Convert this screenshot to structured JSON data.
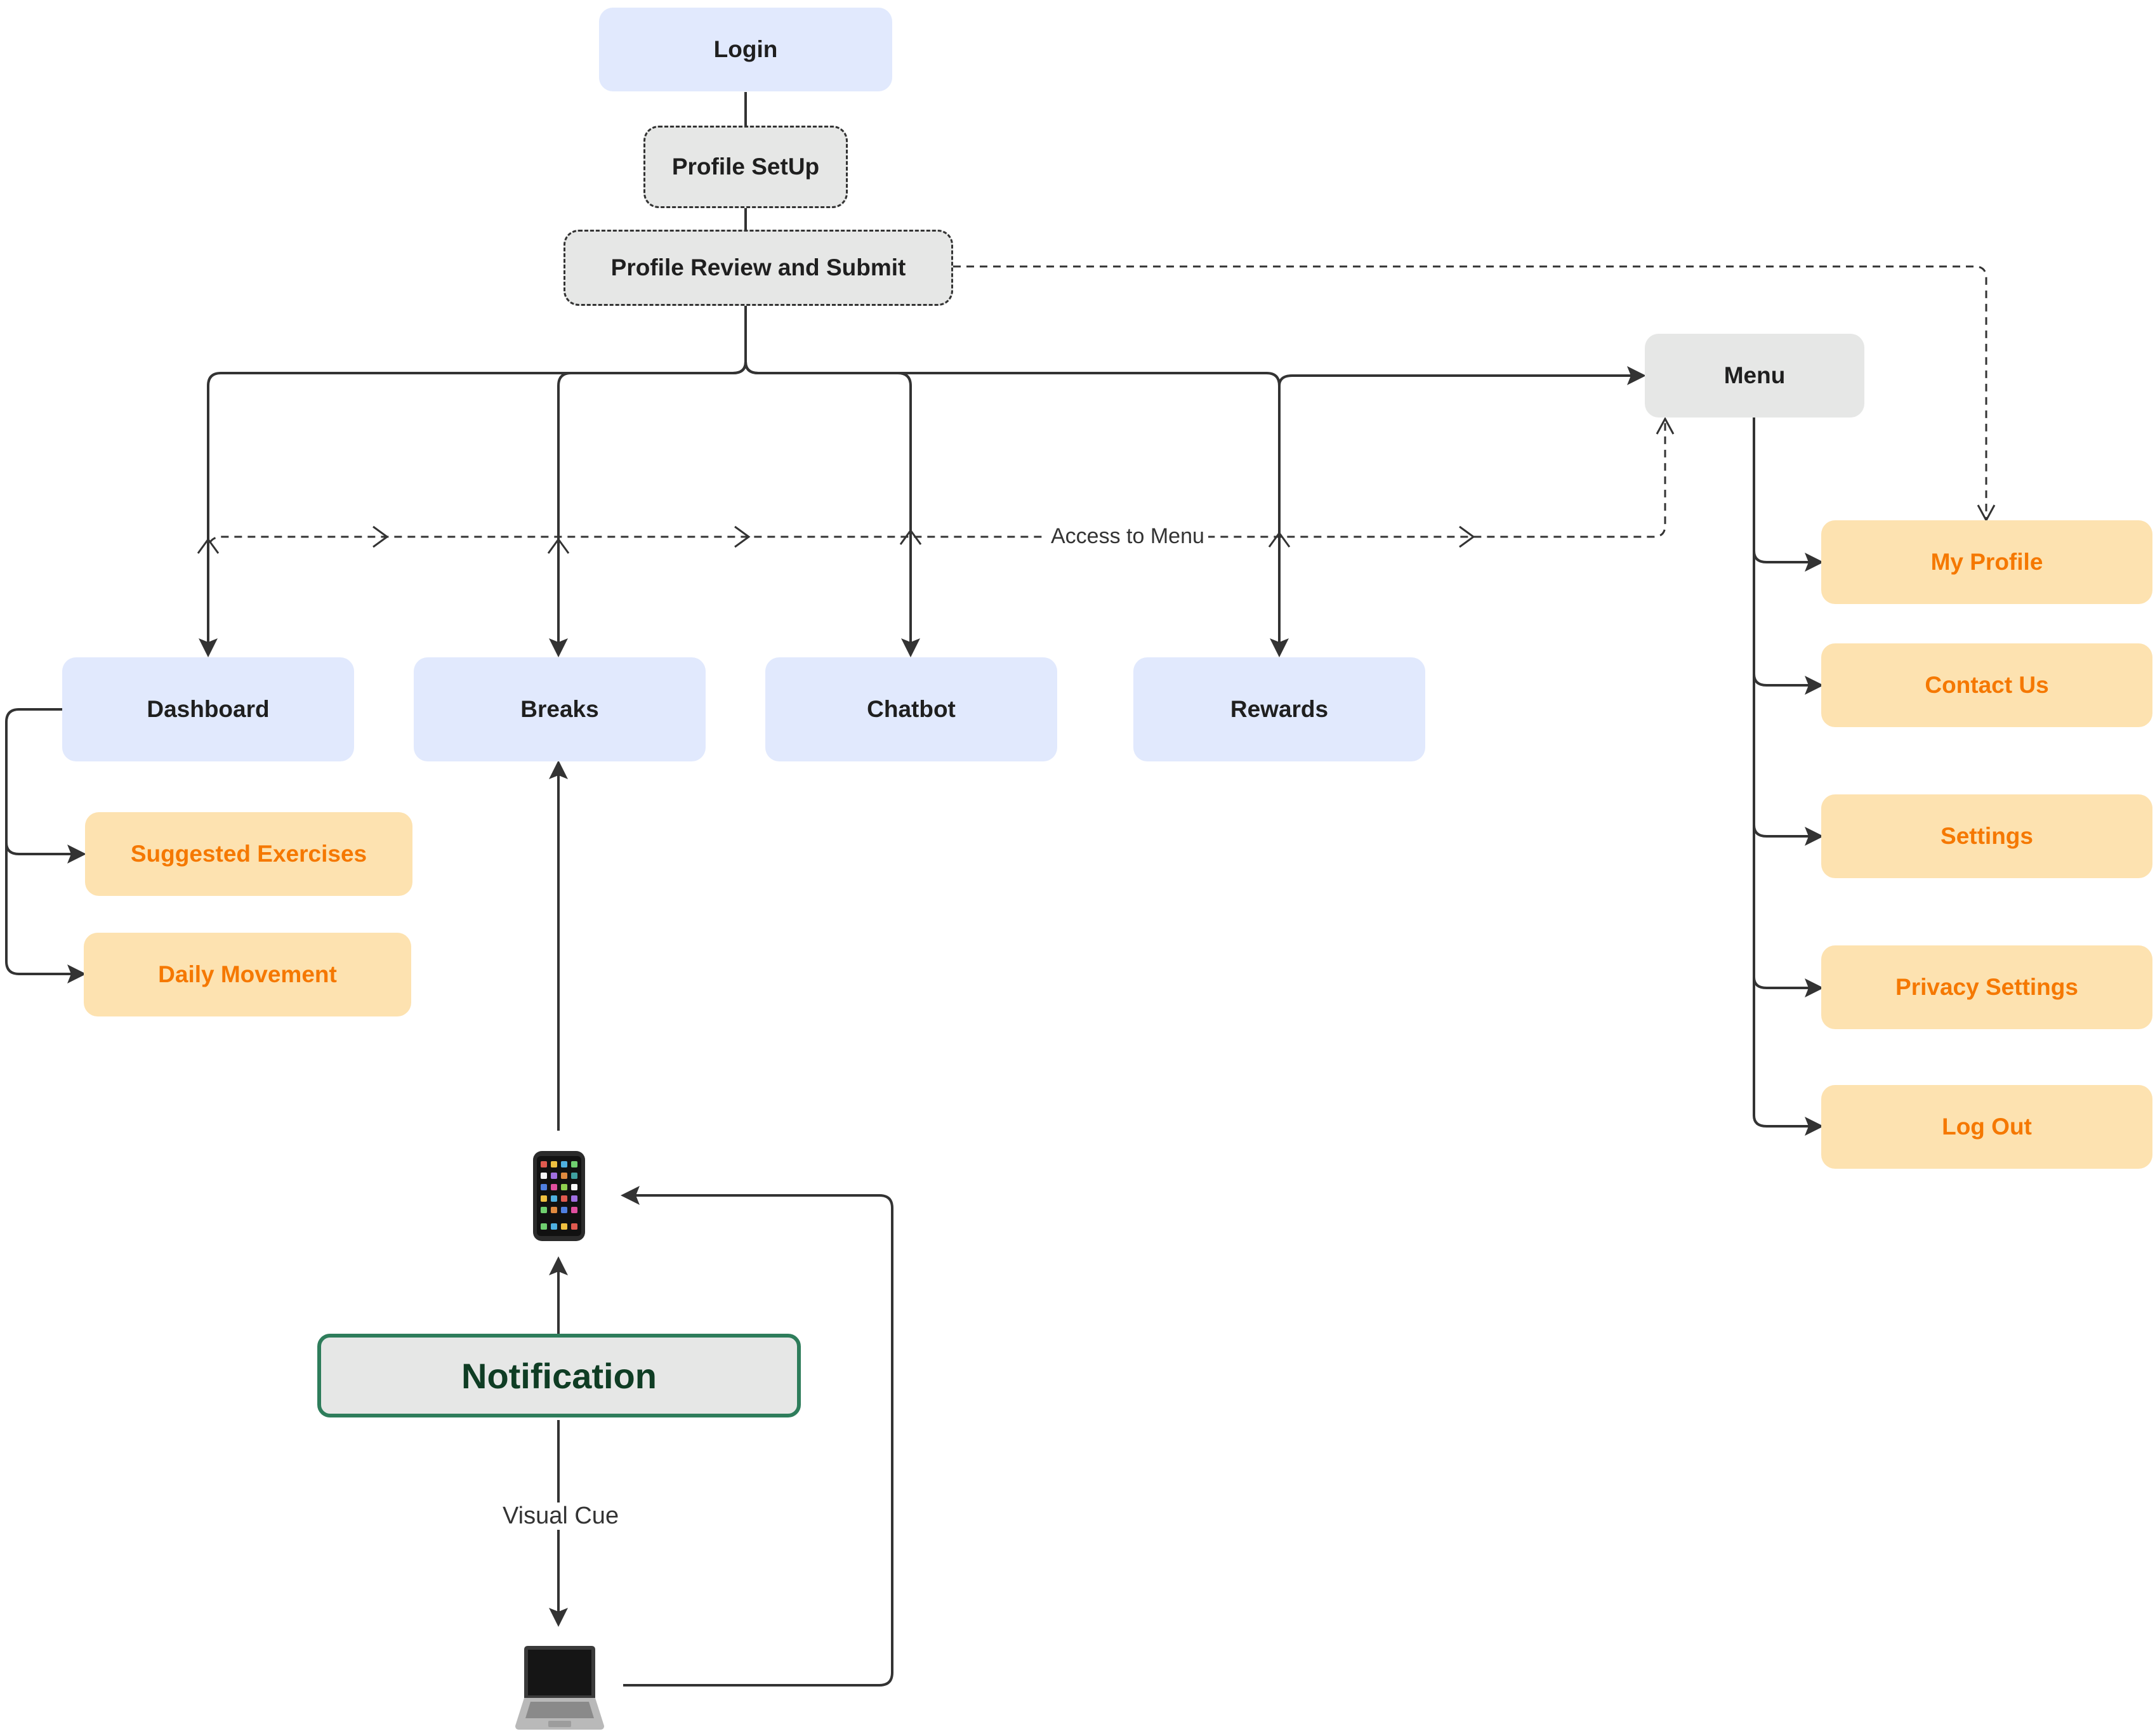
{
  "nodes": {
    "login": "Login",
    "profile_setup": "Profile SetUp",
    "profile_review": "Profile Review and Submit",
    "menu": "Menu",
    "dashboard": "Dashboard",
    "breaks": "Breaks",
    "chatbot": "Chatbot",
    "rewards": "Rewards",
    "suggested_exercises": "Suggested Exercises",
    "daily_movement": "Daily Movement",
    "my_profile": "My Profile",
    "contact_us": "Contact Us",
    "settings": "Settings",
    "privacy_settings": "Privacy Settings",
    "log_out": "Log Out",
    "notification": "Notification"
  },
  "edge_labels": {
    "access_to_menu": "Access to Menu",
    "visual_cue": "Visual Cue"
  },
  "icons": {
    "phone": "mobile-phone-icon",
    "laptop": "laptop-icon"
  },
  "colors": {
    "blue_node": "#e1e9fd",
    "grey_node": "#e6e7e6",
    "orange_node": "#fde2b0",
    "orange_text": "#f57800",
    "notification_border": "#2e7d5b",
    "line": "#333333"
  }
}
